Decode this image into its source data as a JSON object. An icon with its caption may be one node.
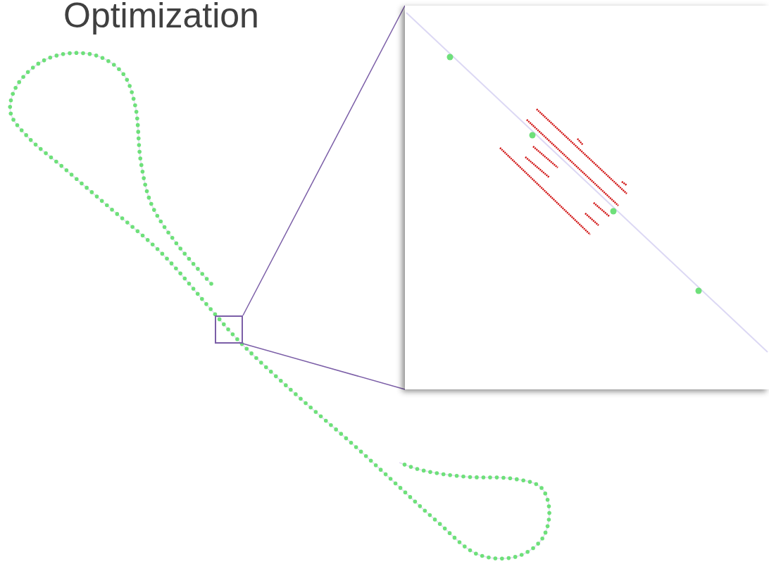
{
  "diagram": {
    "title": "Optimization",
    "nodes": [
      {
        "text": [],
        "shape": "box"
      },
      {
        "text": [],
        "shape": "box"
      }
    ],
    "edges": [
      {
        "from": 0,
        "to": 1,
        "arrow": "none"
      },
      {
        "from": 0,
        "to": 1,
        "arrow": "none"
      }
    ]
  }
}
